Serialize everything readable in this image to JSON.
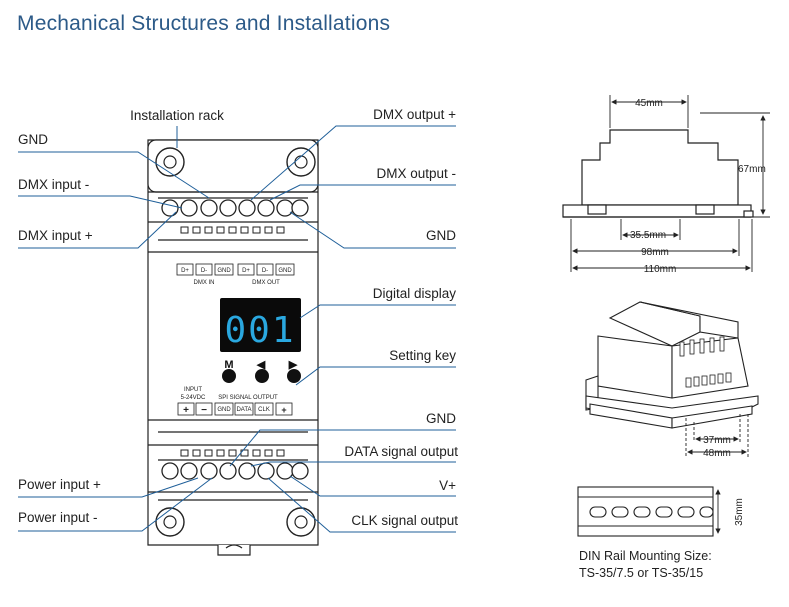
{
  "title": "Mechanical Structures and Installations",
  "labels": {
    "installation_rack": "Installation rack",
    "gnd_top_left": "GND",
    "dmx_input_minus": "DMX input -",
    "dmx_input_plus": "DMX input +",
    "dmx_output_plus": "DMX output +",
    "dmx_output_minus": "DMX output -",
    "gnd_top_right": "GND",
    "digital_display": "Digital display",
    "setting_key": "Setting key",
    "gnd_bottom": "GND",
    "data_signal_output": "DATA signal output",
    "v_plus": "V+",
    "clk_signal_output": "CLK signal output",
    "power_input_plus": "Power input +",
    "power_input_minus": "Power input -"
  },
  "device": {
    "display_value": "001",
    "key_m": "M",
    "key_left": "◀",
    "key_right": "▶",
    "dmx_in_pins": [
      "D+",
      "D-",
      "GND"
    ],
    "dmx_out_pins": [
      "D+",
      "D-",
      "GND"
    ],
    "dmx_in_caption": "DMX IN",
    "dmx_out_caption": "DMX OUT",
    "input_caption_line1": "INPUT",
    "input_caption_line2": "5-24VDC",
    "input_pins": [
      "+",
      "−"
    ],
    "spi_caption": "SPI SIGNAL OUTPUT",
    "spi_pins": [
      "GND",
      "DATA",
      "CLK",
      "+"
    ]
  },
  "dimensions": {
    "width_top": "45mm",
    "height": "67mm",
    "rail_inner": "35.5mm",
    "depth_98": "98mm",
    "depth_110": "110mm",
    "iso_37": "37mm",
    "iso_48": "48mm",
    "rail_height": "35mm"
  },
  "din_caption_line1": "DIN Rail Mounting Size:",
  "din_caption_line2": "TS-35/7.5 or TS-35/15",
  "colors": {
    "title": "#2c5a88",
    "label_line": "#1f5f99",
    "display_digits": "#2aa8e0"
  }
}
